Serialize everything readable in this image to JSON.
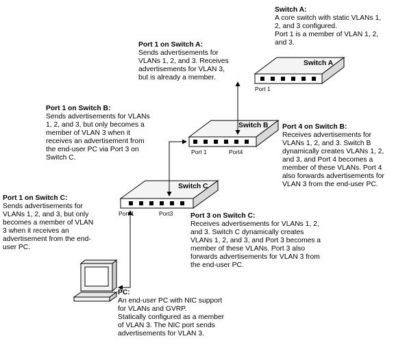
{
  "switches": {
    "a": {
      "name": "Switch A",
      "port1": "Port 1"
    },
    "b": {
      "name": "Switch B",
      "port1": "Port 1",
      "port4": "Port4"
    },
    "c": {
      "name": "Switch C",
      "port1": "Port 1",
      "port3": "Port3"
    }
  },
  "notes": {
    "switch_a": {
      "title": "Switch A:",
      "lines": [
        "A core switch with static VLANs 1,",
        "2, and 3 configured.",
        "Port 1 is a member of VLAN 1, 2,",
        "and 3."
      ]
    },
    "port1_switch_a": {
      "title": "Port 1 on Switch A:",
      "lines": [
        "Sends advertisements for",
        "VLANs 1, 2, and 3. Receives",
        "advertisements for VLAN 3,",
        "but is already a member."
      ]
    },
    "port1_switch_b": {
      "title": "Port 1 on Switch B:",
      "lines": [
        "Sends advertisements for VLANs",
        "1, 2, and 3, but only becomes a",
        "member of VLAN 3 when it",
        "receives an advertisement from",
        "the end-user PC via Port 3 on",
        "Switch C."
      ]
    },
    "port4_switch_b": {
      "title": "Port 4 on Switch B:",
      "lines": [
        "Receives advertisements for",
        "VLANs 1, 2, and 3. Switch B",
        "dynamically creates VLANs 1, 2,",
        "and 3, and Port 4 becomes a",
        "member of these VLANs. Port 4",
        "also forwards advertisements for",
        "VLAN 3 from the end-user PC."
      ]
    },
    "port1_switch_c": {
      "title": "Port 1 on Switch C:",
      "lines": [
        "Sends advertisements for",
        "VLANs 1, 2, and 3, but only",
        "becomes a member of VLAN",
        "3 when it receives an",
        "advertisement from the end-",
        "user PC."
      ]
    },
    "port3_switch_c": {
      "title": "Port 3 on Switch C:",
      "lines": [
        "Receives advertisements for VLANs 1, 2,",
        "and 3. Switch C dynamically creates",
        "VLANs 1, 2, and 3, and Port 3 becomes a",
        "member of these VLANs. Port 3 also",
        "forwards advertisements for VLAN 3 from",
        "the end-user PC."
      ]
    },
    "pc": {
      "title": "PC:",
      "lines": [
        "An end-user PC with NIC support",
        "for VLANs and GVRP.",
        "Statically configured as a member",
        "of VLAN 3. The NIC port sends",
        "advertisements for VLAN 3."
      ]
    }
  }
}
